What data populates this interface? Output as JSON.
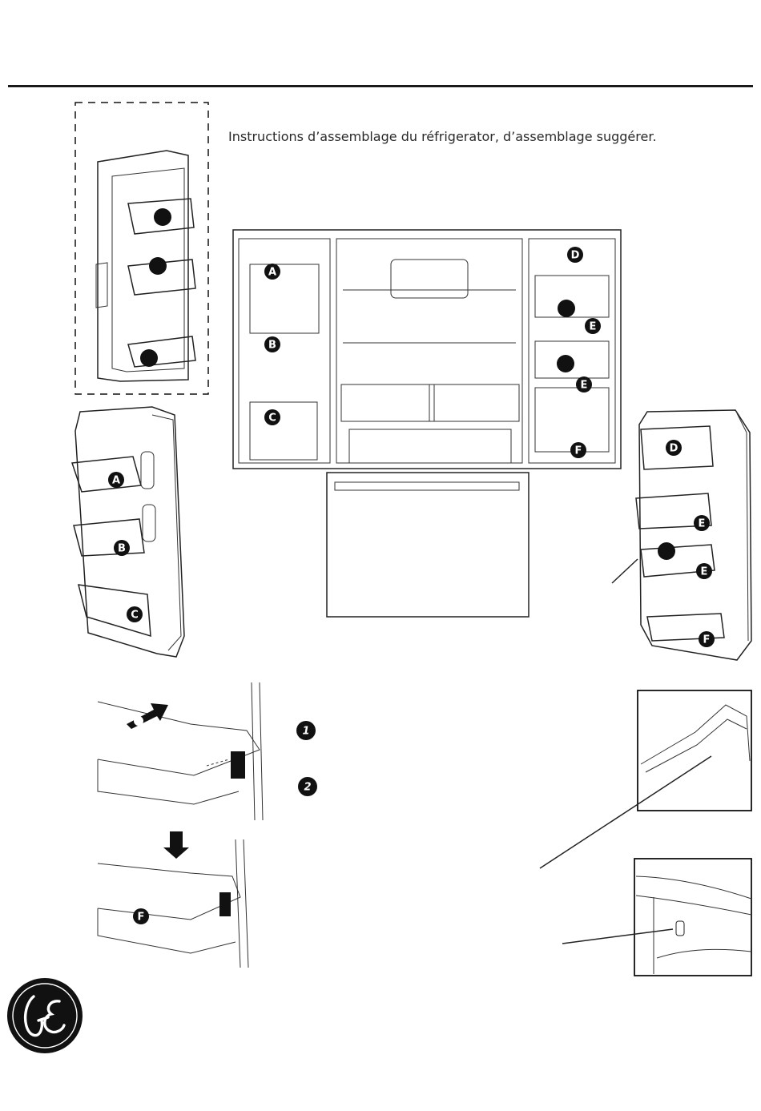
{
  "instruction": "Instructions d’assemblage du réfrigerator, d’assemblage suggérer.",
  "callouts": {
    "a": "A",
    "b": "B",
    "c": "C",
    "d": "D",
    "e": "E",
    "f": "F"
  },
  "steps": {
    "one": "1",
    "two": "2"
  },
  "brand_logo_text": "GE"
}
